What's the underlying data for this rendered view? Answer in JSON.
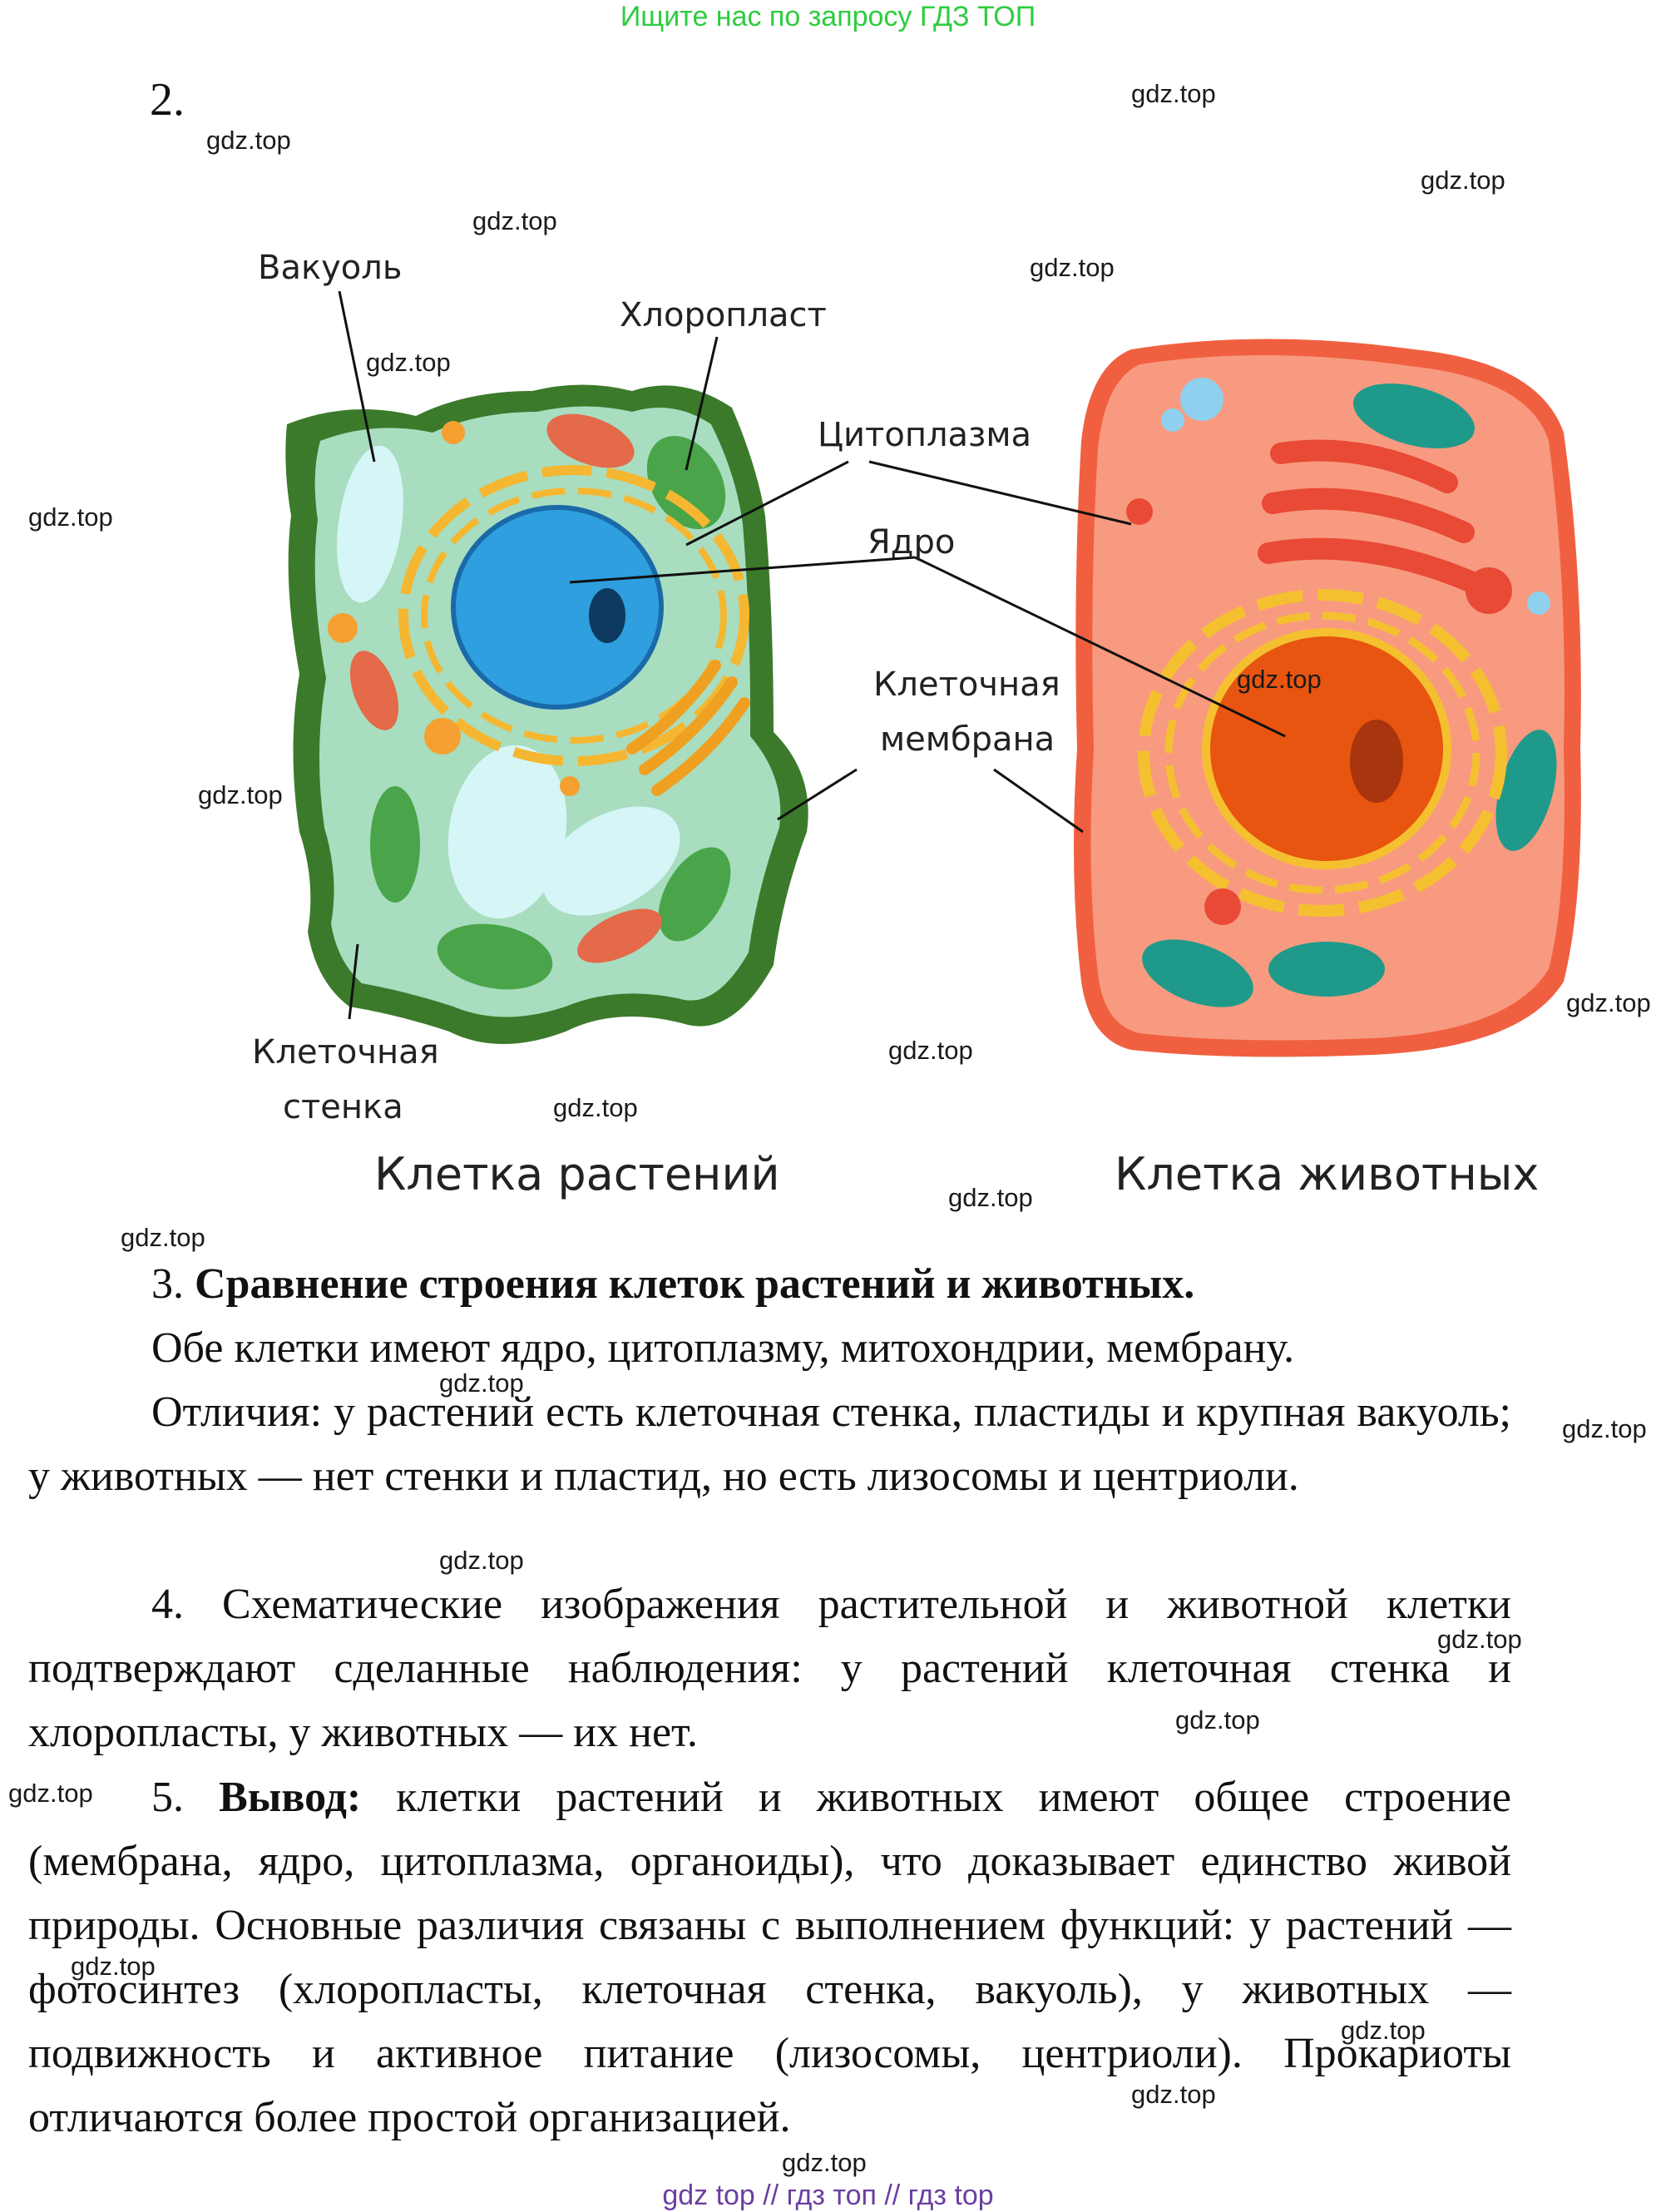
{
  "top_banner": "Ищите нас по запросу ГДЗ ТОП",
  "item2_number": "2.",
  "diagram": {
    "labels": {
      "vacuole": "Вакуоль",
      "chloroplast": "Хлоропласт",
      "cytoplasm": "Цитоплазма",
      "nucleus": "Ядро",
      "membrane_line1": "Клеточная",
      "membrane_line2": "мембрана",
      "wall_line1": "Клеточная",
      "wall_line2": "стенка"
    },
    "captions": {
      "plant": "Клетка растений",
      "animal": "Клетка животных"
    }
  },
  "text": {
    "item3_prefix": "3. ",
    "item3_title": "Сравнение строения клеток растений и животных.",
    "item3_line1": "Обе клетки имеют ядро, цитоплазму, митохондрии, мембрану.",
    "item3_line2": "Отличия: у растений есть клеточная стенка, пластиды и крупная вакуоль; у животных — нет стенки и пластид, но есть лизосомы и центриоли.",
    "item4": "4. Схематические изображения растительной и животной клетки подтверждают сделанные наблюдения: у растений клеточная стенка и хлоропласты, у животных — их нет.",
    "item5_prefix": "5. ",
    "item5_bold": "Вывод:",
    "item5_rest": " клетки растений и животных имеют общее строение (мембрана, ядро, цитоплазма, органоиды), что доказывает единство живой природы. Основные различия связаны с выполнением функций: у растений — фотосинтез (хлоропласты, клеточная стенка, вакуоль), у животных — подвижность и активное питание (лизосомы, центриоли). Прокариоты отличаются более простой организацией."
  },
  "watermarks": [
    "gdz.top",
    "gdz.top",
    "gdz.top",
    "gdz.top",
    "gdz.top",
    "gdz.top",
    "gdz.top",
    "gdz.top",
    "gdz.top",
    "gdz.top",
    "gdz.top",
    "gdz.top",
    "gdz.top",
    "gdz.top",
    "gdz.top",
    "gdz.top",
    "gdz.top",
    "gdz.top",
    "gdz.top",
    "gdz.top",
    "gdz.top",
    "gdz.top",
    "gdz.top",
    "gdz.top"
  ],
  "footer": "gdz top  //  гдз топ  //  гдз top"
}
